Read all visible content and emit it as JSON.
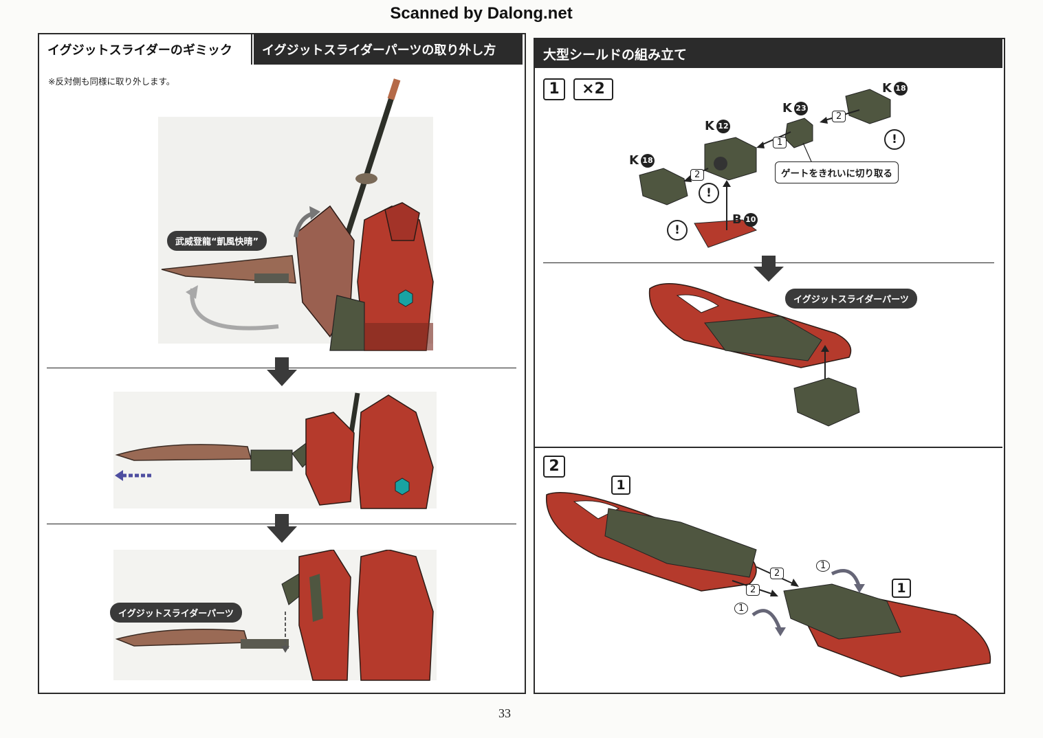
{
  "watermark": "Scanned by Dalong.net",
  "left_panel": {
    "header_gimmick": "イグジットスライダーのギミック",
    "header_removal": "イグジットスライダーパーツの取り外し方",
    "note": "※反対側も同様に取り外します。",
    "label_weapon": "武威登龍“凱風快晴”",
    "label_parts": "イグジットスライダーパーツ"
  },
  "right_panel": {
    "header": "大型シールドの組み立て",
    "step1": {
      "number": "1",
      "multiplier": "×2",
      "parts": [
        {
          "letter": "K",
          "num": "18"
        },
        {
          "letter": "K",
          "num": "23"
        },
        {
          "letter": "K",
          "num": "12"
        },
        {
          "letter": "K",
          "num": "18"
        },
        {
          "letter": "B",
          "num": "10"
        }
      ],
      "order_marks": [
        "1",
        "2",
        "2"
      ],
      "gate_note": "ゲートをきれいに切り取る",
      "parts_label": "イグジットスライダーパーツ"
    },
    "step2": {
      "number": "2",
      "ref_left": "1",
      "ref_right": "1",
      "order_marks": [
        "2",
        "1",
        "2",
        "1"
      ]
    }
  },
  "page_number": "33",
  "colors": {
    "header_bg": "#2b2b2b",
    "shield_red": "#b53a2c",
    "armor_green": "#4f5640",
    "weapon_brown": "#9a6a55"
  }
}
